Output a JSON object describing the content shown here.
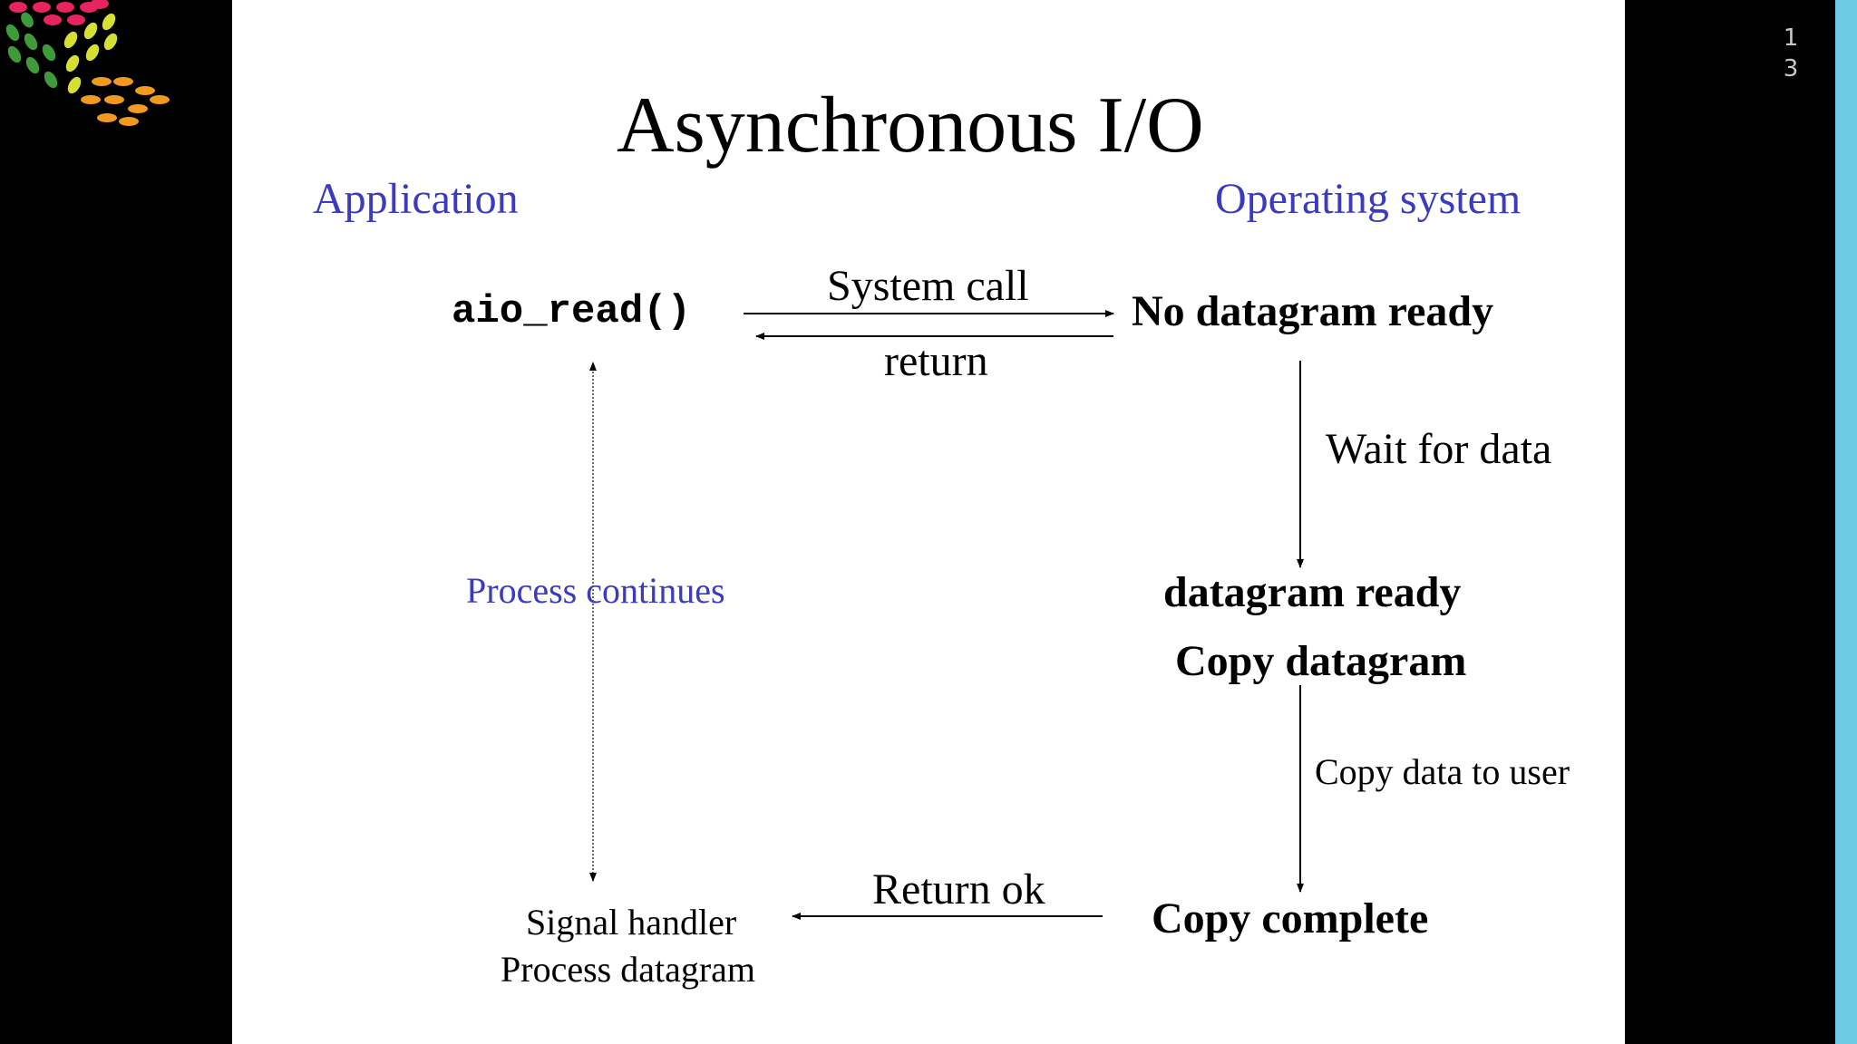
{
  "slide": {
    "title": "Asynchronous I/O",
    "page_number": [
      "1",
      "3"
    ],
    "accent_color": "#6ec9e2",
    "heading_color": "#3b3bbf"
  },
  "diagram": {
    "app_header": "Application",
    "os_header": "Operating system",
    "call_label": "aio_read()",
    "system_call": "System call",
    "return_label": "return",
    "no_datagram": "No datagram ready",
    "wait_for_data": "Wait for data",
    "datagram_ready": "datagram ready",
    "copy_datagram": "Copy datagram",
    "copy_to_user": "Copy data to user",
    "process_continues": "Process continues",
    "return_ok": "Return ok",
    "copy_complete": "Copy complete",
    "signal_handler": "Signal handler",
    "process_datagram": "Process datagram"
  },
  "logo": {
    "icon": "cube-dots-logo",
    "colors": [
      "#e8245f",
      "#7bbf3a",
      "#e8e03a",
      "#f29a1f",
      "#2e8b3e"
    ]
  }
}
